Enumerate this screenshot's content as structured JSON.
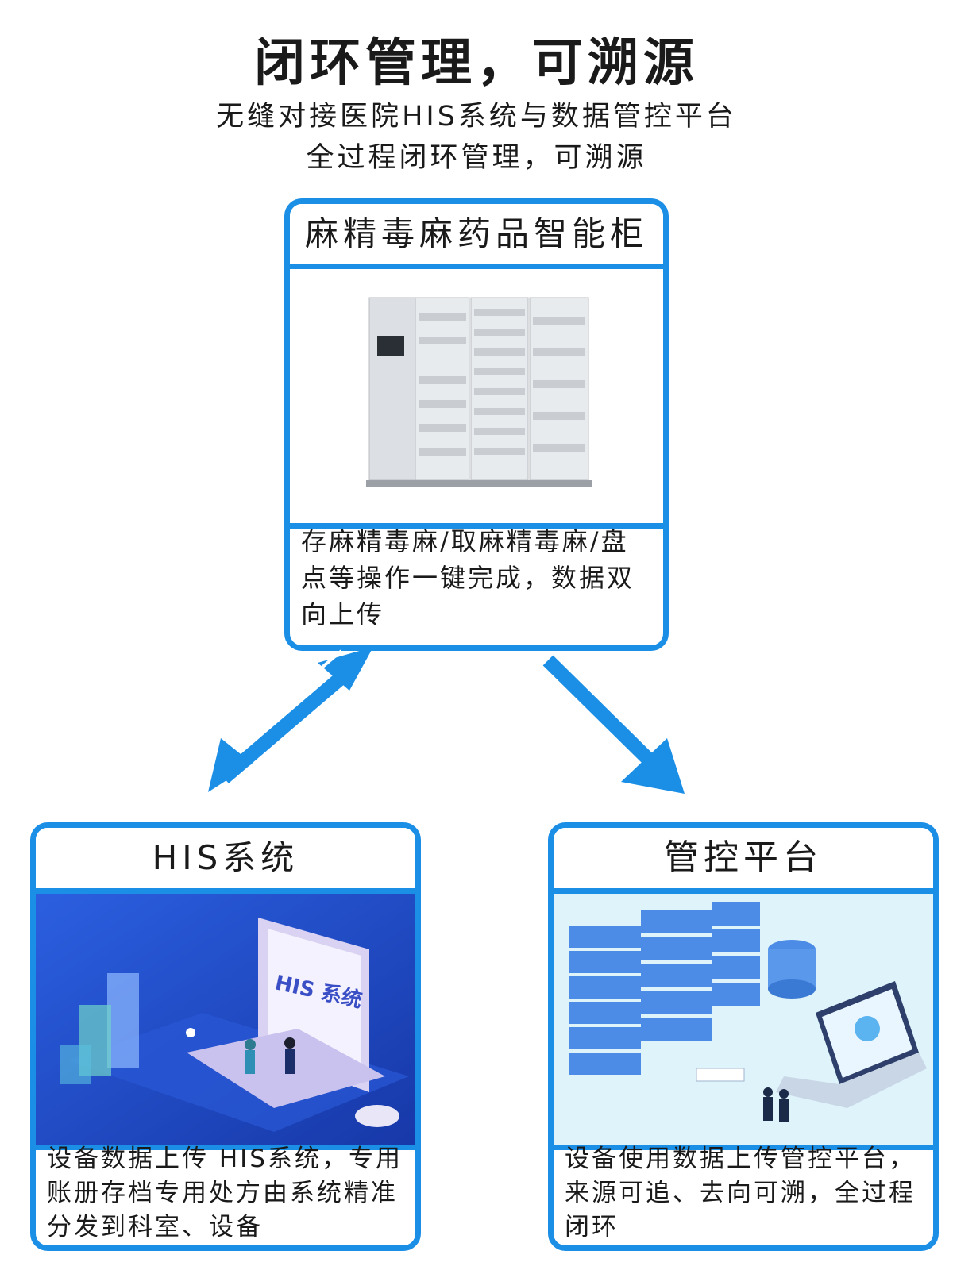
{
  "header": {
    "title": "闭环管理，可溯源",
    "subtitle_line1": "无缝对接医院HIS系统与数据管控平台",
    "subtitle_line2": "全过程闭环管理，可溯源"
  },
  "cabinet_card": {
    "title": "麻精毒麻药品智能柜",
    "description": "存麻精毒麻/取麻精毒麻/盘点等操作一键完成，数据双向上传"
  },
  "his_card": {
    "title": "HIS系统",
    "image_text": "HIS 系统",
    "description": "设备数据上传 HIS系统，专用账册存档专用处方由系统精准分发到科室、设备"
  },
  "platform_card": {
    "title": "管控平台",
    "description": "设备使用数据上传管控平台，来源可追、去向可溯，全过程闭环"
  },
  "colors": {
    "accent": "#1b8ee6",
    "his_bg": "#1e49c9",
    "platform_bg": "#dff3fb"
  },
  "icons": [
    "double-arrow-icon",
    "arrow-down-right-icon"
  ]
}
